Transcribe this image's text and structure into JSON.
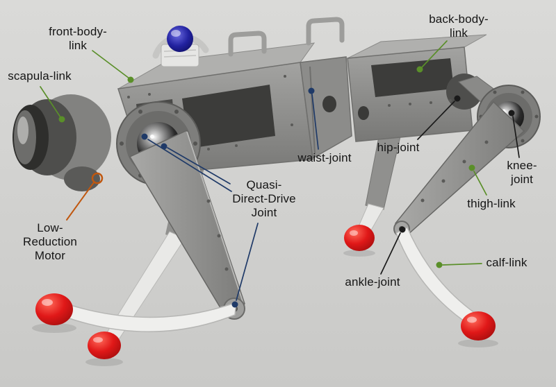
{
  "figure": {
    "description": "Annotated render of a quadruped robot with labeled links and joints",
    "background": "#d2d2d2",
    "colors": {
      "link_line": "#5a8f29",
      "joint_line": "#1a1a1a",
      "drive_line": "#1f3a68",
      "motor_line": "#c0570f",
      "foot_red": "#d51515",
      "body_grey": "#8c8c8a",
      "dome_blue": "#1c1c8a"
    },
    "labels": {
      "front_body_link": "front-body-\nlink",
      "back_body_link": "back-body-\nlink",
      "scapula_link": "scapula-link",
      "waist_joint": "waist-joint",
      "hip_joint": "hip-joint",
      "knee_joint": "knee-joint",
      "thigh_link": "thigh-link",
      "calf_link": "calf-link",
      "ankle_joint": "ankle-joint",
      "quasi_direct_drive_joint": "Quasi-\nDirect-Drive\nJoint",
      "low_reduction_motor": "Low-\nReduction\nMotor"
    }
  }
}
